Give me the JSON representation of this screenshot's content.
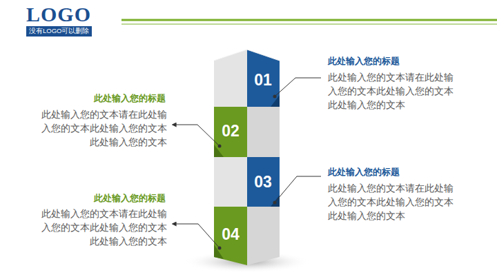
{
  "diagram": {
    "nodes": [
      {
        "text": [
          "01"
        ]
      },
      {
        "text": [
          "02"
        ]
      },
      {
        "text": [
          "03"
        ]
      },
      {
        "text": [
          "04"
        ]
      }
    ],
    "labels": [
      "LOGO",
      "没有LOGO可以删除",
      "此处输入您的标题",
      "此处输入您的文本请在此处输 入您的文本此处输入您的文本 此处输入您的文本",
      "此处输入您的标题",
      "此处输入您的文本请在此处输 入您的文本此处输入您的文本 此处输入您的文本",
      "此处输入您的标题",
      "此处输入您的文本请在此处输 入您的文本此处输入您的文本 此处输入您的文本",
      "此处输入您的标题",
      "此处输入您的文本请在此处输 入您的文本此处输入您的文本 此处输入您的文本"
    ]
  }
}
